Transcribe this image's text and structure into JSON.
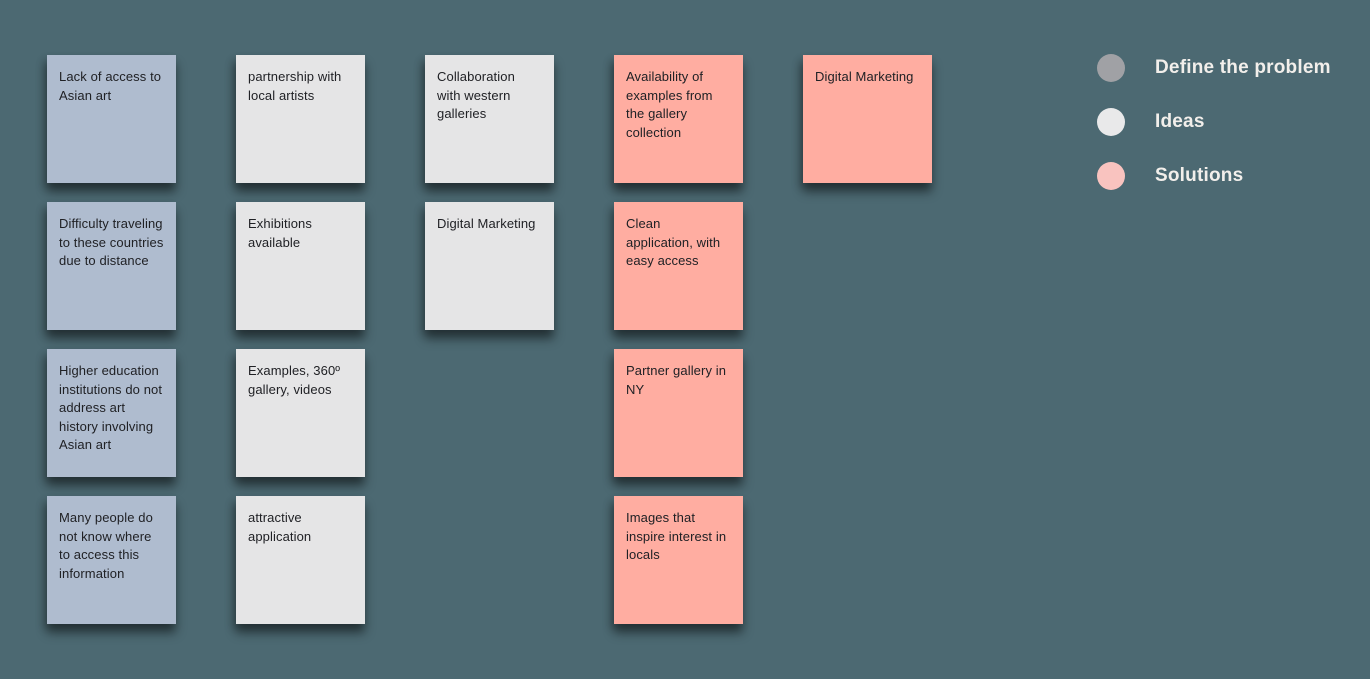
{
  "palette": {
    "background": "#4C6972",
    "problem_note": "#AFBCCF",
    "idea_note": "#E5E5E6",
    "solution_note": "#FFADA1",
    "note_text": "#202125",
    "legend_text": "#F2EFEB"
  },
  "notes": [
    {
      "text": "Lack of access to Asian art",
      "category": "problem"
    },
    {
      "text": "Difficulty traveling to these countries due to distance",
      "category": "problem"
    },
    {
      "text": "Higher education institutions do not address art history involving Asian art",
      "category": "problem"
    },
    {
      "text": "Many people do not know where to access this information",
      "category": "problem"
    },
    {
      "text": "partnership with local artists",
      "category": "idea"
    },
    {
      "text": "Exhibitions available",
      "category": "idea"
    },
    {
      "text": "Examples, 360º gallery, videos",
      "category": "idea"
    },
    {
      "text": "attractive application",
      "category": "idea"
    },
    {
      "text": "Collaboration with western galleries",
      "category": "idea"
    },
    {
      "text": "Digital Marketing",
      "category": "idea"
    },
    {
      "text": "Availability of examples from the gallery collection",
      "category": "solution"
    },
    {
      "text": "Clean application, with easy access",
      "category": "solution"
    },
    {
      "text": "Partner gallery in NY",
      "category": "solution"
    },
    {
      "text": "Images that inspire interest in locals",
      "category": "solution"
    },
    {
      "text": "Digital Marketing",
      "category": "solution"
    }
  ],
  "legend": {
    "items": [
      {
        "label": "Define the problem",
        "color": "#A0A1A5"
      },
      {
        "label": "Ideas",
        "color": "#E9E9EA"
      },
      {
        "label": "Solutions",
        "color": "#F9C3BF"
      }
    ]
  }
}
